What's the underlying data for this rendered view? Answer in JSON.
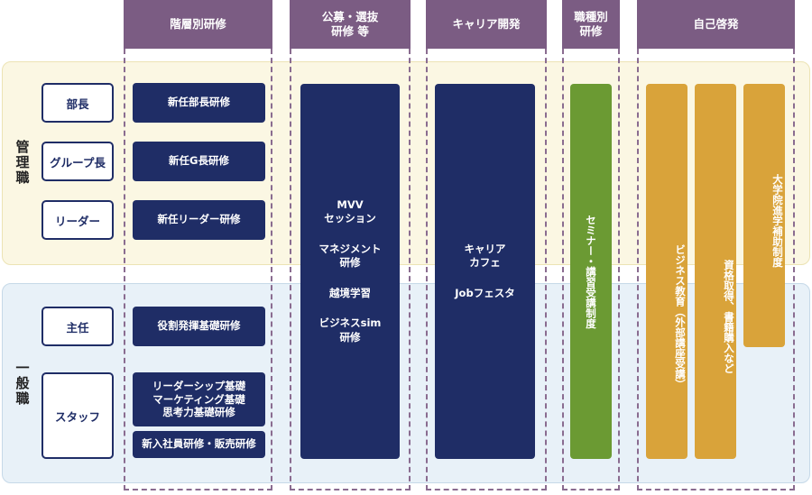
{
  "columns": {
    "hierarchy": "階層別研修",
    "public": "公募・選抜\n研修 等",
    "career": "キャリア開発",
    "occupation": "職種別\n研修",
    "self": "自己啓発"
  },
  "categories": {
    "management": "管理職",
    "general": "一般職"
  },
  "roles": {
    "bucho": "部長",
    "group_leader": "グループ長",
    "leader": "リーダー",
    "shunin": "主任",
    "staff": "スタッフ"
  },
  "hierarchy_programs": {
    "new_bucho": "新任部長研修",
    "new_g": "新任G長研修",
    "new_leader": "新任リーダー研修",
    "role_basic": "役割発揮基礎研修",
    "staff_basics": "リーダーシップ基礎\nマーケティング基礎\n思考力基礎研修",
    "new_hire": "新入社員研修・販売研修"
  },
  "public_programs": {
    "mvv": "MVV\nセッション",
    "management": "マネジメント\n研修",
    "cross": "越境学習",
    "bizsim": "ビジネスsim\n研修"
  },
  "career_programs": {
    "cafe": "キャリア\nカフェ",
    "fest": "Jobフェスタ"
  },
  "occupation_program": "セミナー・講習受講制度",
  "self_programs": {
    "biz_edu": "ビジネス教育（外部講座受講）",
    "qualification": "資格取得、書籍購入など",
    "grad_school": "大学院進学補助制度"
  }
}
